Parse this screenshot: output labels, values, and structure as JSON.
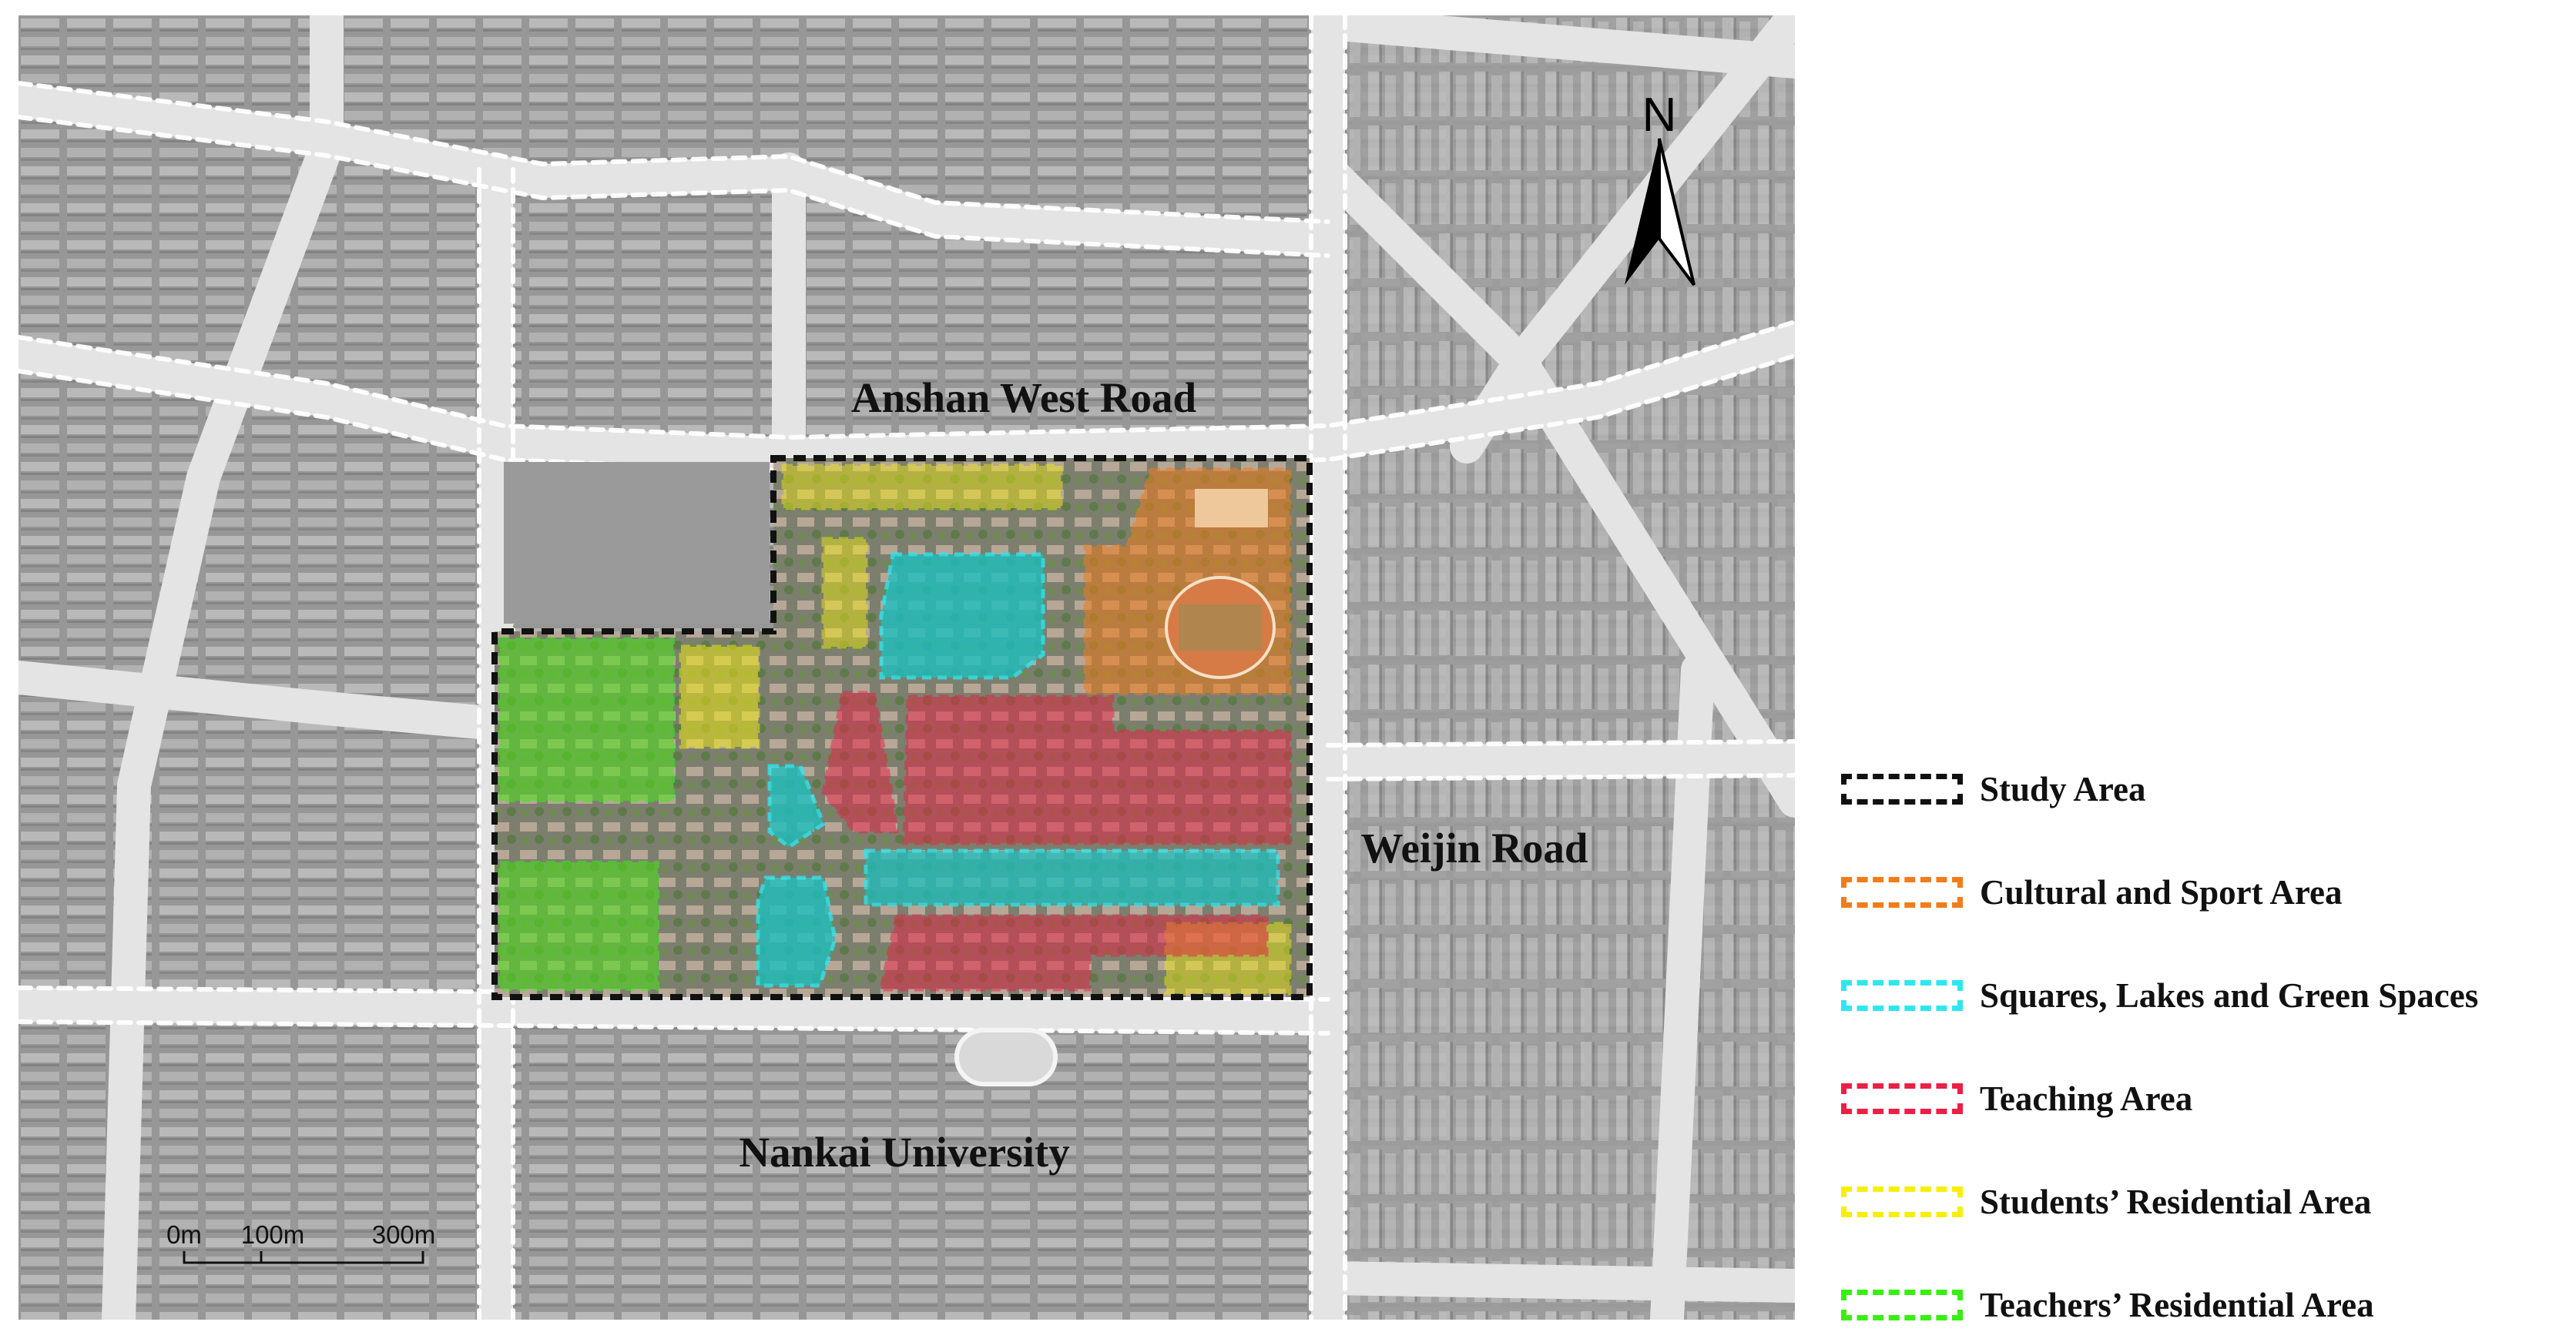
{
  "map": {
    "road_labels": {
      "anshan": "Anshan West Road",
      "weijin": "Weijin Road",
      "nankai": "Nankai University"
    },
    "compass": {
      "letter": "N",
      "icon": "north-arrow-icon"
    },
    "scale_bar": {
      "ticks": [
        "0m",
        "100m",
        "300m"
      ]
    }
  },
  "legend": {
    "items": [
      {
        "label": "Study Area",
        "color": "#111111"
      },
      {
        "label": "Cultural and Sport Area",
        "color": "#f07d1a"
      },
      {
        "label": "Squares, Lakes and Green Spaces",
        "color": "#2ee6ef"
      },
      {
        "label": "Teaching Area",
        "color": "#ea2046"
      },
      {
        "label": "Students’ Residential  Area",
        "color": "#f6ef0e"
      },
      {
        "label": "Teachers’ Residential  Area",
        "color": "#38ee12"
      }
    ]
  }
}
